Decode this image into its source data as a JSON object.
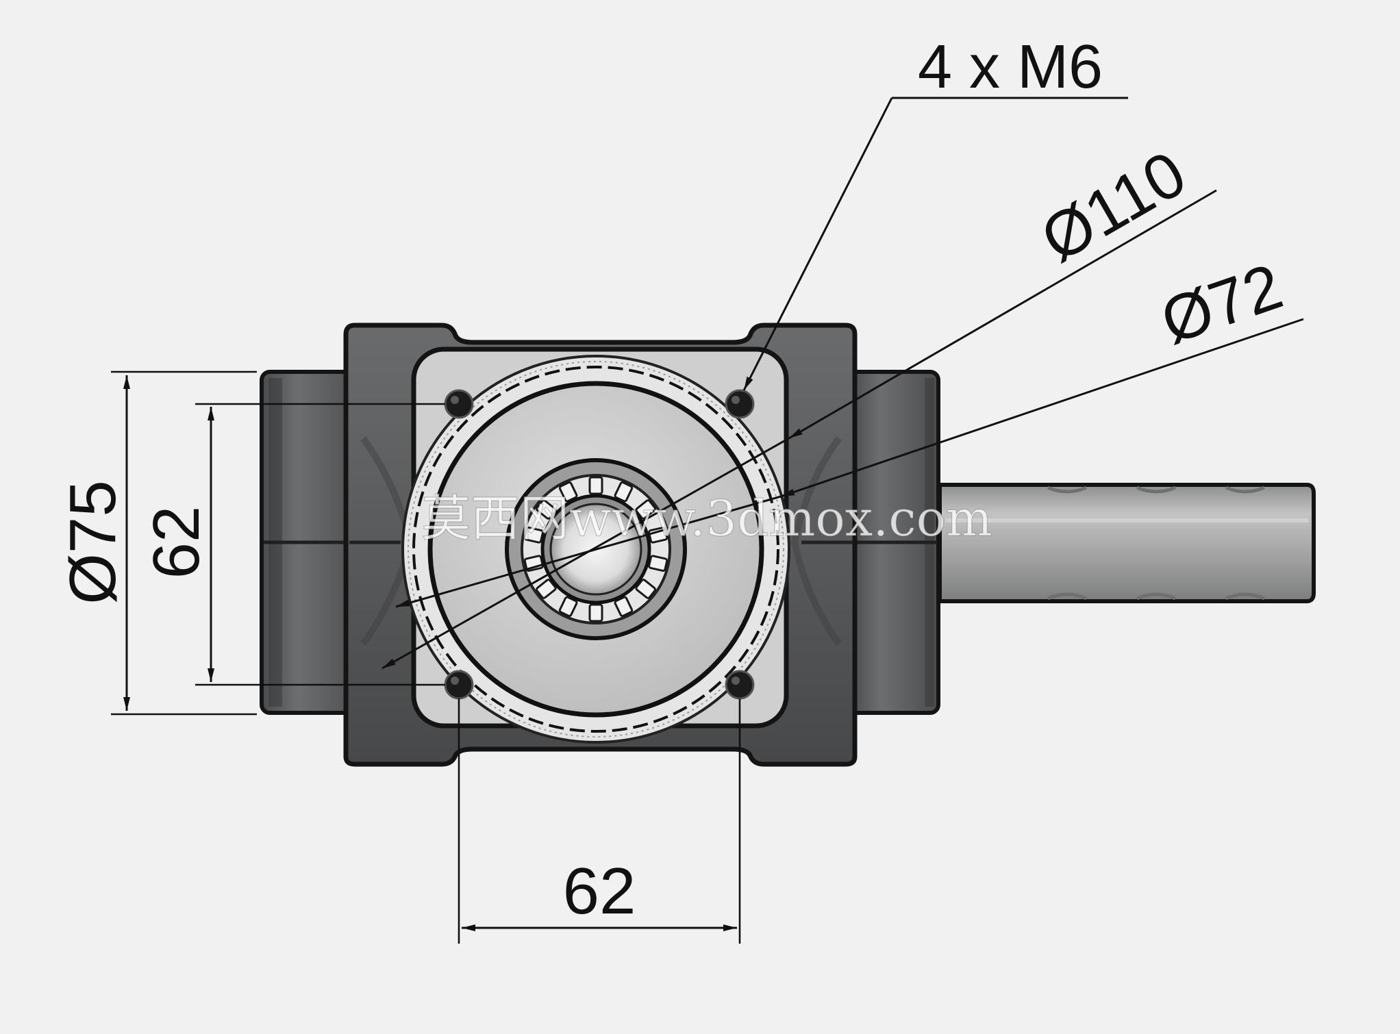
{
  "dimensions": {
    "bolts": "4 x M6",
    "diameter_outer": "Ø110",
    "diameter_inner": "Ø72",
    "diameter_left": "Ø75",
    "vertical_spacing": "62",
    "horizontal_spacing": "62"
  },
  "watermark": "莫西网www.3dmox.com",
  "colors": {
    "background": "#f1f1f1",
    "housing": "#58595b",
    "housing_dark": "#3e3f41",
    "flange": "#e4e4e4",
    "shaft": "#a9aaa9",
    "line": "#111111"
  }
}
